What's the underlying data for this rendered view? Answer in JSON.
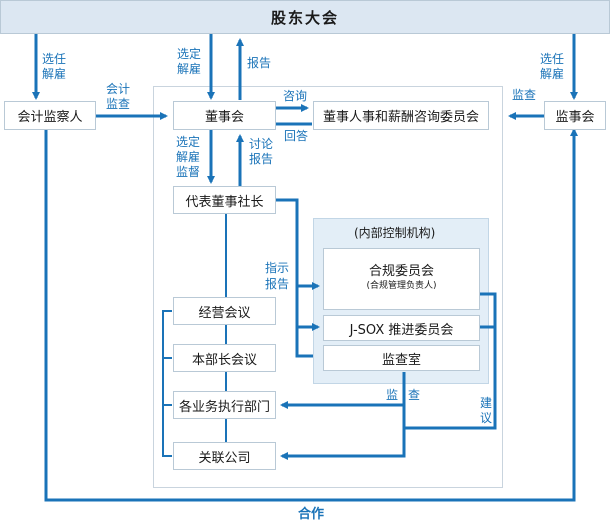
{
  "top": {
    "shareholders": "股东大会"
  },
  "boxes": {
    "auditor": "会计监察人",
    "board": "董事会",
    "committee": "董事人事和薪酬咨询委员会",
    "supervisors": "监事会",
    "president": "代表董事社长",
    "mgmt_meeting": "经营会议",
    "dept_heads": "本部长会议",
    "exec_depts": "各业务执行部门",
    "affiliates": "关联公司"
  },
  "internal_control": {
    "title": "(内部控制机构)",
    "compliance": "合规委员会",
    "compliance_sub": "(合规管理负责人)",
    "jsox": "J-SOX  推进委员会",
    "audit_office": "监查室"
  },
  "labels": {
    "elect_dismiss_left": [
      "选任",
      "解雇"
    ],
    "accounting_audit": [
      "会计",
      "监查"
    ],
    "elect_dismiss_center": [
      "选定",
      "解雇"
    ],
    "report": "报告",
    "elect_dismiss_right": [
      "选任",
      "解雇"
    ],
    "audit_right": "监查",
    "consult": "咨询",
    "answer": "回答",
    "select_supervise": [
      "选定",
      "解雇",
      "监督"
    ],
    "discuss_report": [
      "讨论",
      "报告"
    ],
    "instruct_report": [
      "指示",
      "报告"
    ],
    "audit_bottom_1": "监",
    "audit_bottom_2": "查",
    "advise": [
      "建",
      "议"
    ],
    "cooperate": "合作"
  }
}
